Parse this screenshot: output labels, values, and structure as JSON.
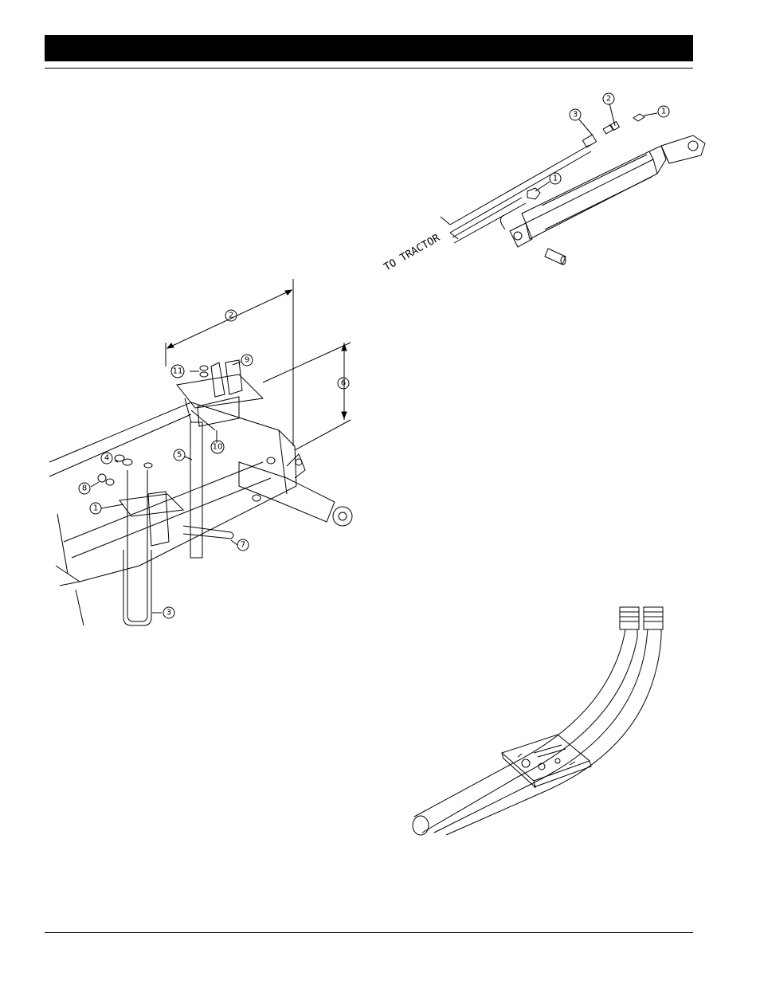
{
  "callouts": {
    "hydraulic": {
      "c1a": "1",
      "c2": "2",
      "c3": "3",
      "c1b": "1"
    },
    "frame": {
      "c2": "2",
      "c6": "6",
      "c9": "9",
      "c11": "11",
      "c10": "10",
      "c5": "5",
      "c4": "4",
      "c8": "8",
      "c1": "1",
      "c7": "7",
      "c3": "3"
    }
  },
  "labels": {
    "to_tractor": "TO TRACTOR"
  }
}
